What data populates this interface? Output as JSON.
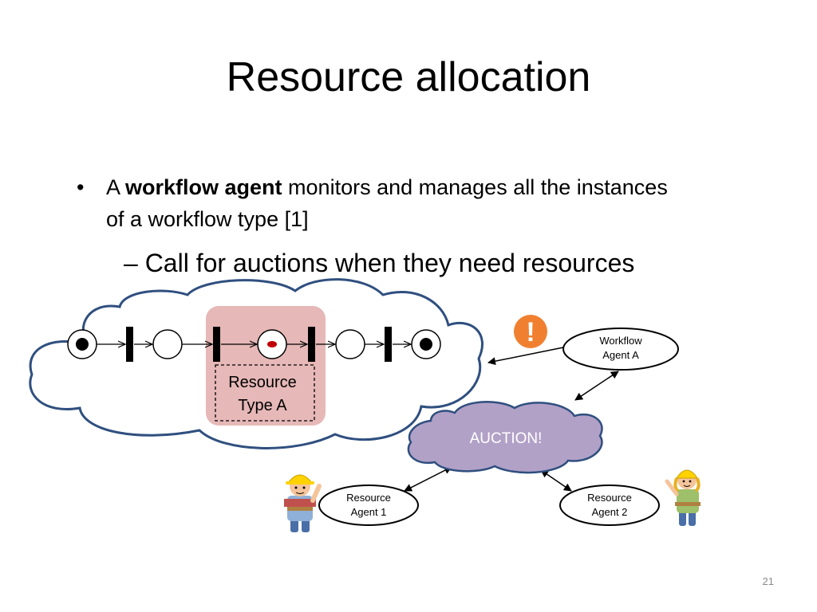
{
  "slide": {
    "title": "Resource allocation",
    "bullet": {
      "marker": "•",
      "prefix": "A ",
      "bold": "workflow agent",
      "rest": " monitors and manages all the instances of a workflow type [1]"
    },
    "sub_bullet": "– Call for auctions when they need resources",
    "page_number": "21"
  },
  "diagram": {
    "resource_box": {
      "line1": "Resource",
      "line2": "Type A"
    },
    "alert": {
      "glyph": "!",
      "icon": "exclamation-icon"
    },
    "workflow_agent": {
      "line1": "Workflow",
      "line2": "Agent A"
    },
    "auction": {
      "label": "AUCTION!"
    },
    "resource_agent_1": {
      "line1": "Resource",
      "line2": "Agent 1"
    },
    "resource_agent_2": {
      "line1": "Resource",
      "line2": "Agent 2"
    },
    "icons": {
      "worker_1": "builder-man-icon",
      "worker_2": "builder-woman-icon"
    },
    "colors": {
      "cloud_border": "#2f4f7f",
      "resource_box_fill": "#e6b8b7",
      "auction_fill": "#b2a1c7",
      "alert_orange": "#f08030",
      "token_red": "#c00000"
    }
  }
}
